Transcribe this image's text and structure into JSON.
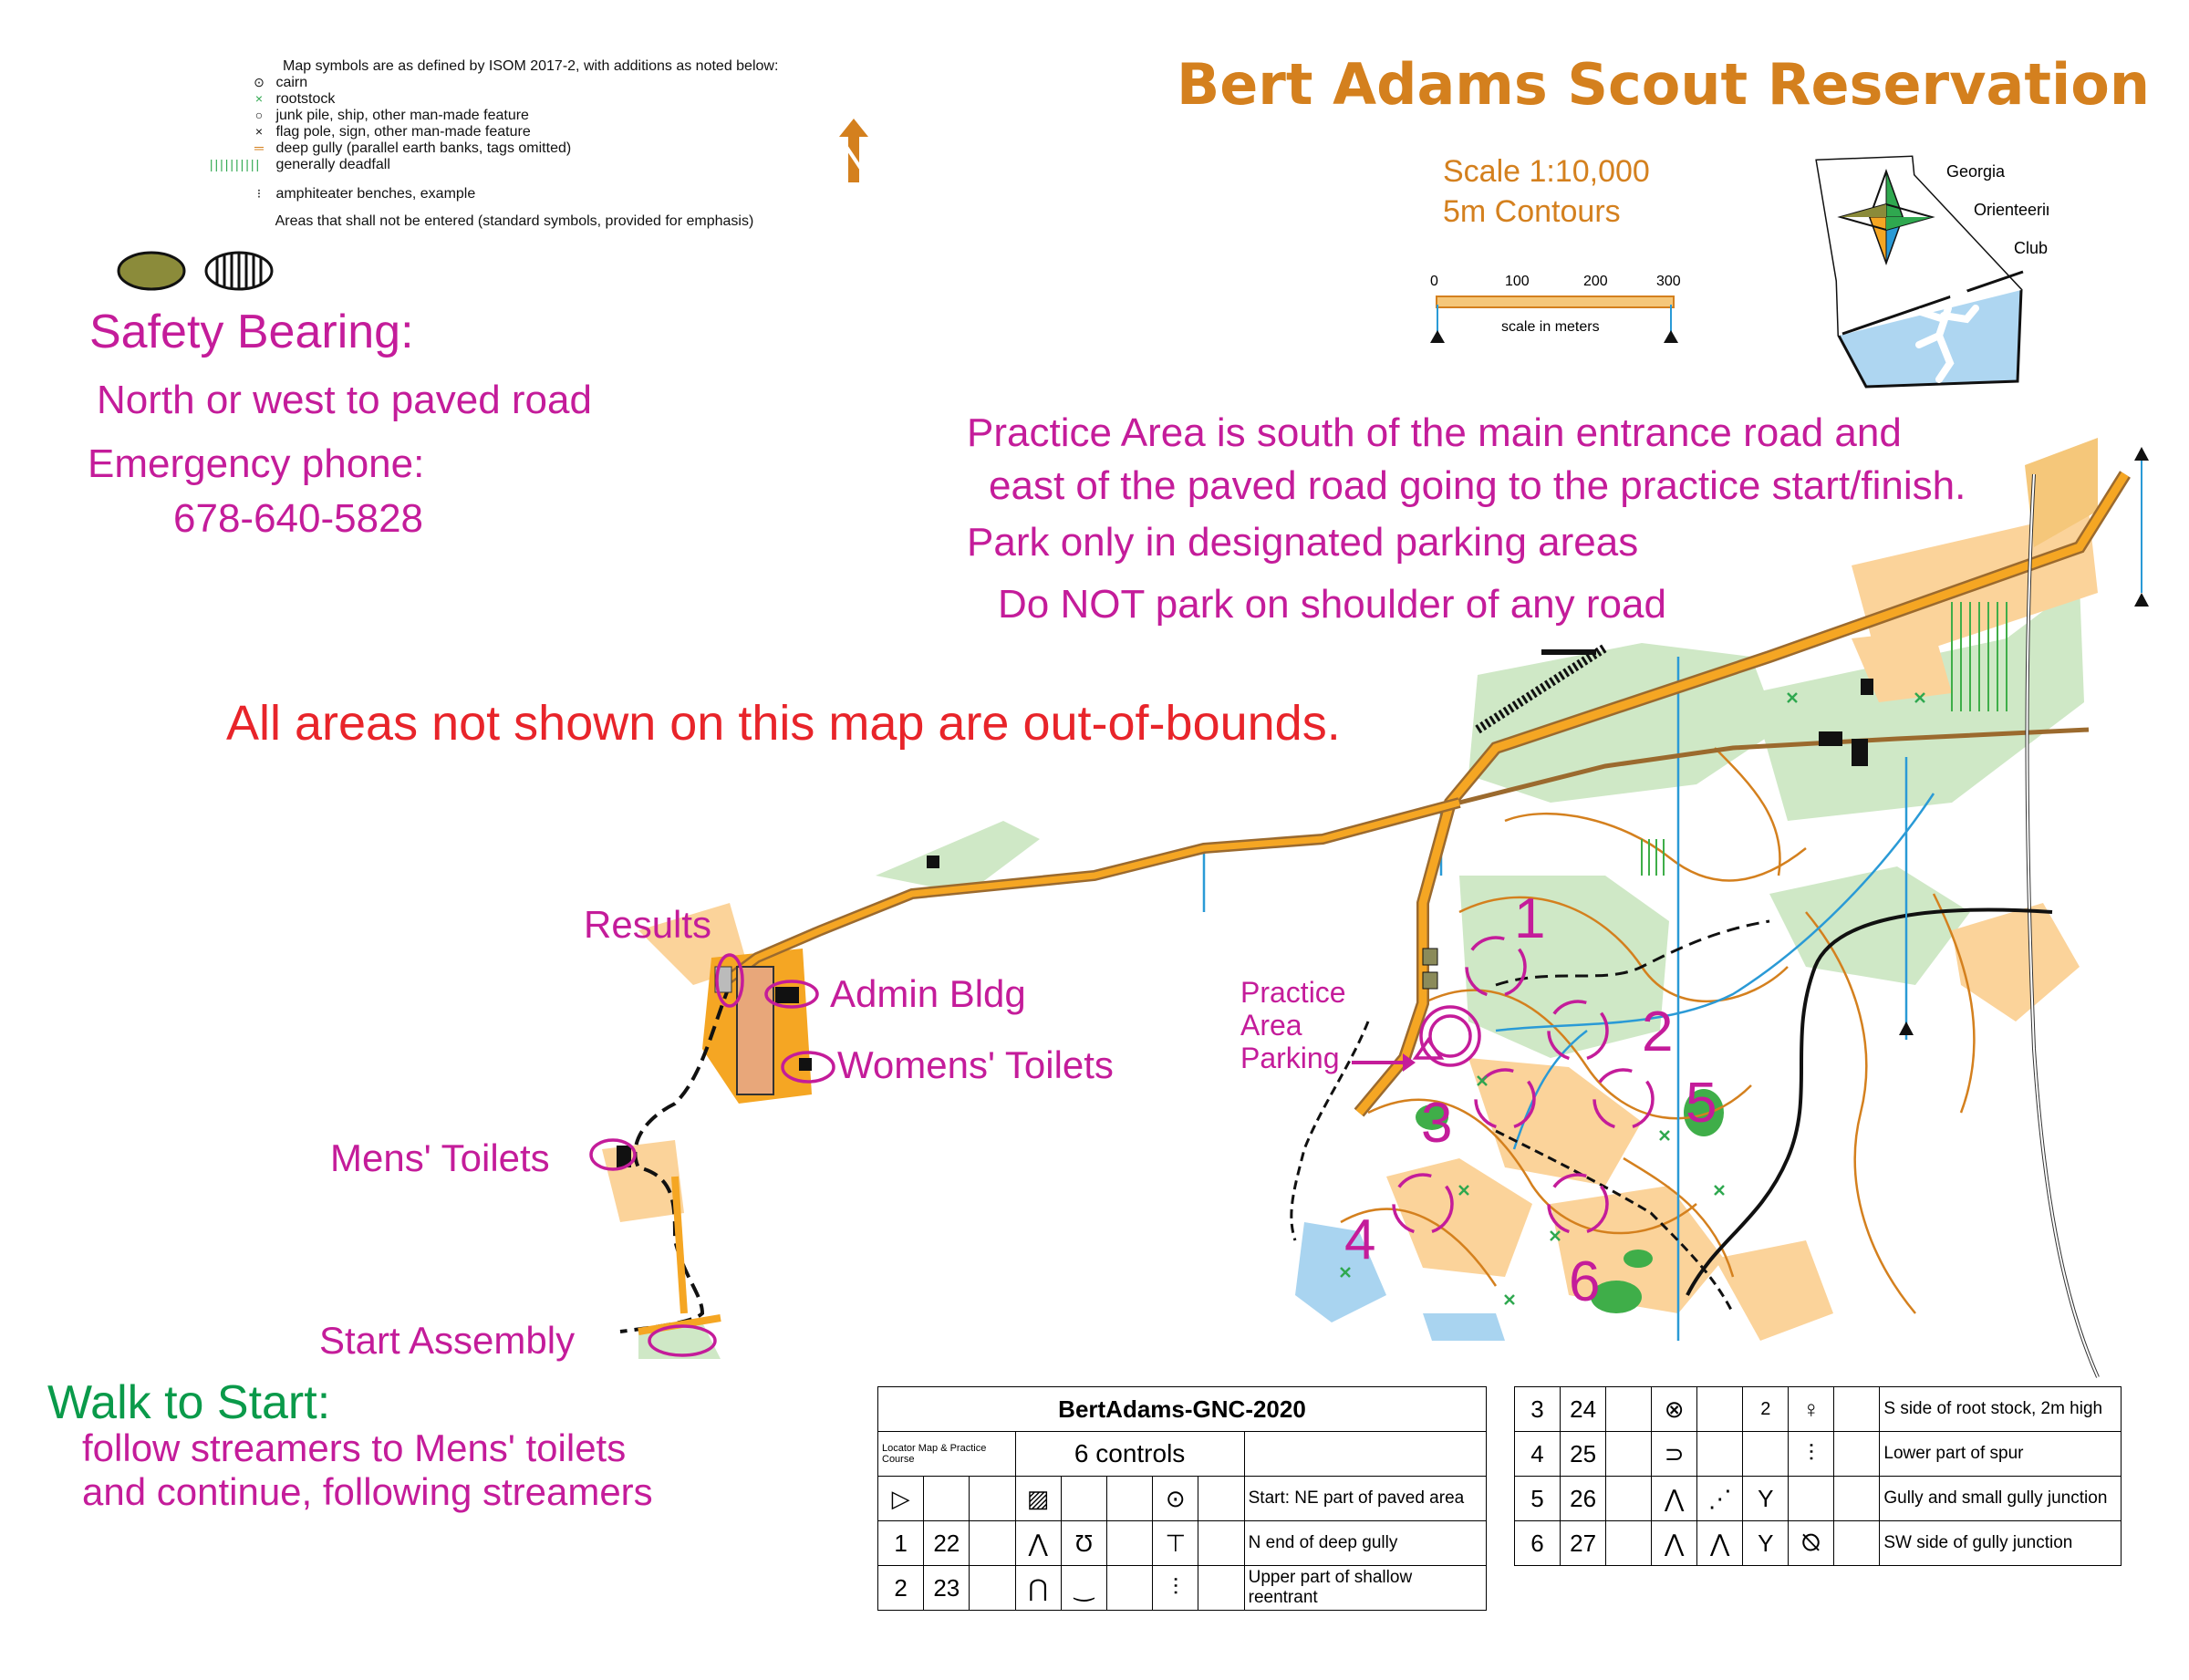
{
  "title": "Bert Adams Scout Reservation",
  "scale": {
    "line1": "Scale 1:10,000",
    "line2": "5m Contours",
    "ticks": [
      "0",
      "100",
      "200",
      "300"
    ],
    "unit": "scale in meters"
  },
  "club": {
    "w1": "Georgia",
    "w2": "Orienteering",
    "w3": "Club"
  },
  "legend": {
    "header": "Map symbols are as defined by ISOM 2017-2, with additions as noted below:",
    "rows": [
      {
        "icon": "cairn-icon",
        "label": "cairn"
      },
      {
        "icon": "rootstock-icon",
        "label": "rootstock"
      },
      {
        "icon": "junk-pile-icon",
        "label": "junk pile, ship, other man-made feature"
      },
      {
        "icon": "flag-pole-icon",
        "label": "flag pole, sign, other man-made feature"
      },
      {
        "icon": "deep-gully-icon",
        "label": "deep gully (parallel earth banks, tags omitted)"
      },
      {
        "icon": "deadfall-icon",
        "label": "generally deadfall"
      },
      {
        "icon": "benches-icon",
        "label": "amphiteater benches, example"
      },
      {
        "icon": "out-of-bounds-icon",
        "label": "Areas that shall not be entered (standard symbols, provided for emphasis)"
      }
    ]
  },
  "safety": {
    "heading": "Safety Bearing:",
    "bearing": "North or west to paved road",
    "phone_label": "Emergency phone:",
    "phone": "678-640-5828"
  },
  "notes": {
    "n1": "Practice Area is south of the main entrance road and",
    "n2": "east of the paved road going to the practice start/finish.",
    "n3": "Park only in designated parking areas",
    "n4": "Do NOT park on shoulder of any road"
  },
  "warning": "All areas not shown on this map are out-of-bounds.",
  "places": {
    "results": "Results",
    "admin": "Admin Bldg",
    "womens": "Womens' Toilets",
    "mens": "Mens' Toilets",
    "start_assembly": "Start Assembly",
    "practice1": "Practice",
    "practice2": "Area",
    "practice3": "Parking"
  },
  "walk": {
    "heading": "Walk to Start:",
    "line1": "follow streamers to Mens' toilets",
    "line2": "and continue, following streamers"
  },
  "controls_on_map": [
    "1",
    "2",
    "3",
    "4",
    "5",
    "6"
  ],
  "colors": {
    "magenta": "#c41c9a",
    "orange_title": "#d4801e",
    "warning_red": "#e8242a",
    "walk_green": "#0a9a4a",
    "road_orange": "#f5a623",
    "open_yellow": "#fbd39a",
    "forest_green": "#cfe8c6",
    "water_blue": "#2a9ad6"
  },
  "descriptions": {
    "event": "BertAdams-GNC-2020",
    "course": "Locator Map & Practice Course",
    "controls": "6 controls",
    "start": "Start: NE part of paved area",
    "rows_left": [
      {
        "num": "1",
        "code": "22",
        "desc": "N end of deep gully"
      },
      {
        "num": "2",
        "code": "23",
        "desc": "Upper part of shallow reentrant"
      }
    ],
    "rows_right": [
      {
        "num": "3",
        "code": "24",
        "dim": "2",
        "desc": "S side of root stock, 2m high"
      },
      {
        "num": "4",
        "code": "25",
        "desc": "Lower part of spur"
      },
      {
        "num": "5",
        "code": "26",
        "desc": "Gully and small gully junction"
      },
      {
        "num": "6",
        "code": "27",
        "desc": "SW side of gully junction"
      }
    ]
  }
}
